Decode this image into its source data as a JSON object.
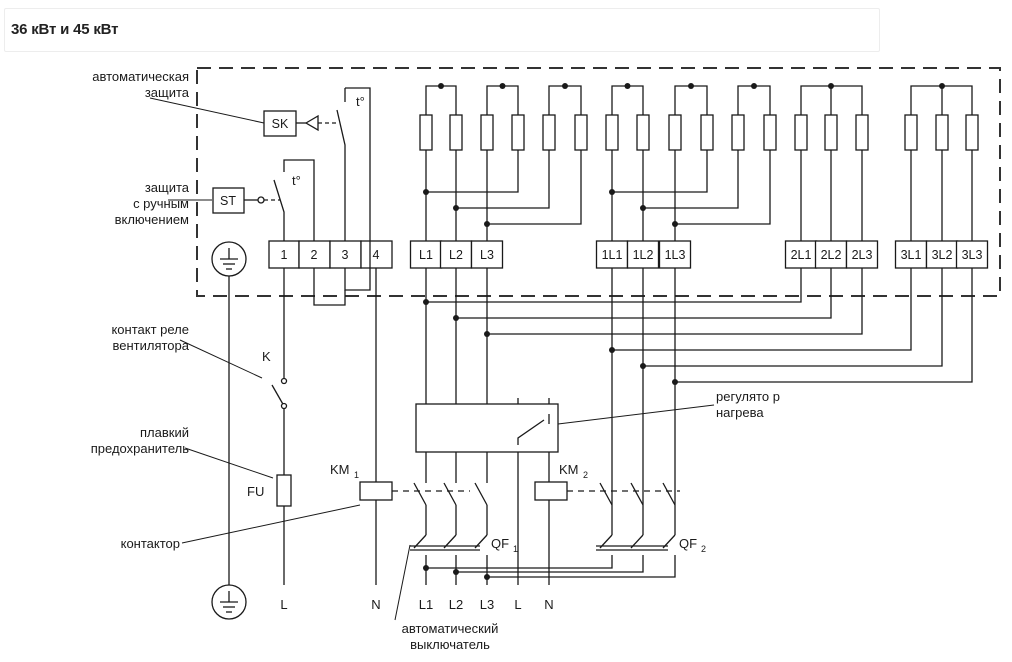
{
  "heading": "36 кВт и 45 кВт",
  "labels": {
    "auto_protection": [
      "автоматическая",
      "защита"
    ],
    "manual_protection": [
      "защита",
      "с ручным",
      "включением"
    ],
    "fan_relay": [
      "контакт реле",
      "вентилятора"
    ],
    "fuse": [
      "плавкий",
      "предохранитель"
    ],
    "contactor": "контактор",
    "regulator": [
      "регулято р",
      "нагрева"
    ],
    "breaker": [
      "автоматический",
      "выключатель"
    ]
  },
  "components": {
    "sk": "SK",
    "st": "ST",
    "k": "K",
    "fu": "FU",
    "km1": "KM",
    "km1_sub": "1",
    "km2": "KM",
    "km2_sub": "2",
    "qf1": "QF",
    "qf1_sub": "1",
    "qf2": "QF",
    "qf2_sub": "2",
    "temp": "t°"
  },
  "terminals": {
    "control": [
      "1",
      "2",
      "3",
      "4"
    ],
    "group0": [
      "L1",
      "L2",
      "L3"
    ],
    "group1": [
      "1L1",
      "1L2",
      "1L3"
    ],
    "group2": [
      "2L1",
      "2L2",
      "2L3"
    ],
    "group3": [
      "3L1",
      "3L2",
      "3L3"
    ]
  },
  "bottom": [
    "L",
    "N",
    "L1",
    "L2",
    "L3",
    "L",
    "N"
  ]
}
